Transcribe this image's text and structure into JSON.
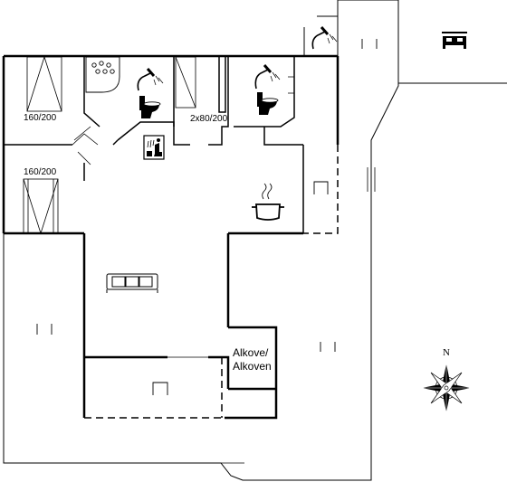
{
  "labels": {
    "bed_left_top": "160/200",
    "bed_left_bottom": "160/200",
    "bed_middle": "2x80/200",
    "alcove_line1": "Alkove/",
    "alcove_line2": "Alkoven",
    "compass_north": "N"
  },
  "icons": [
    "shower-icon",
    "toilet-icon",
    "whirlpool-bath-icon",
    "sauna-icon",
    "cooking-pot-icon",
    "sofa-icon",
    "bed-icon",
    "compass-rose-icon"
  ],
  "colors": {
    "wall": "#000000",
    "background": "#ffffff"
  }
}
